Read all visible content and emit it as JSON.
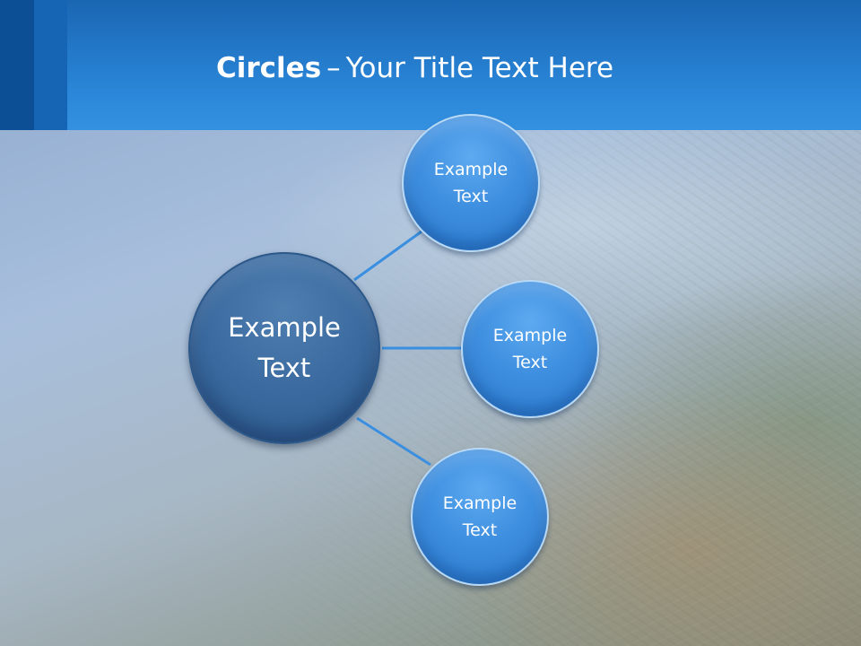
{
  "title": {
    "bold": "Circles",
    "separator": "–",
    "rest": "Your Title Text Here"
  },
  "center_node": {
    "line1": "Example",
    "line2": "Text"
  },
  "nodes": [
    {
      "line1": "Example",
      "line2": "Text"
    },
    {
      "line1": "Example",
      "line2": "Text"
    },
    {
      "line1": "Example",
      "line2": "Text"
    }
  ],
  "colors": {
    "header": "#2a86d8",
    "center_circle": "#3a6a9f",
    "node_circle": "#3e8fe0",
    "connector": "#3a8fe0"
  }
}
